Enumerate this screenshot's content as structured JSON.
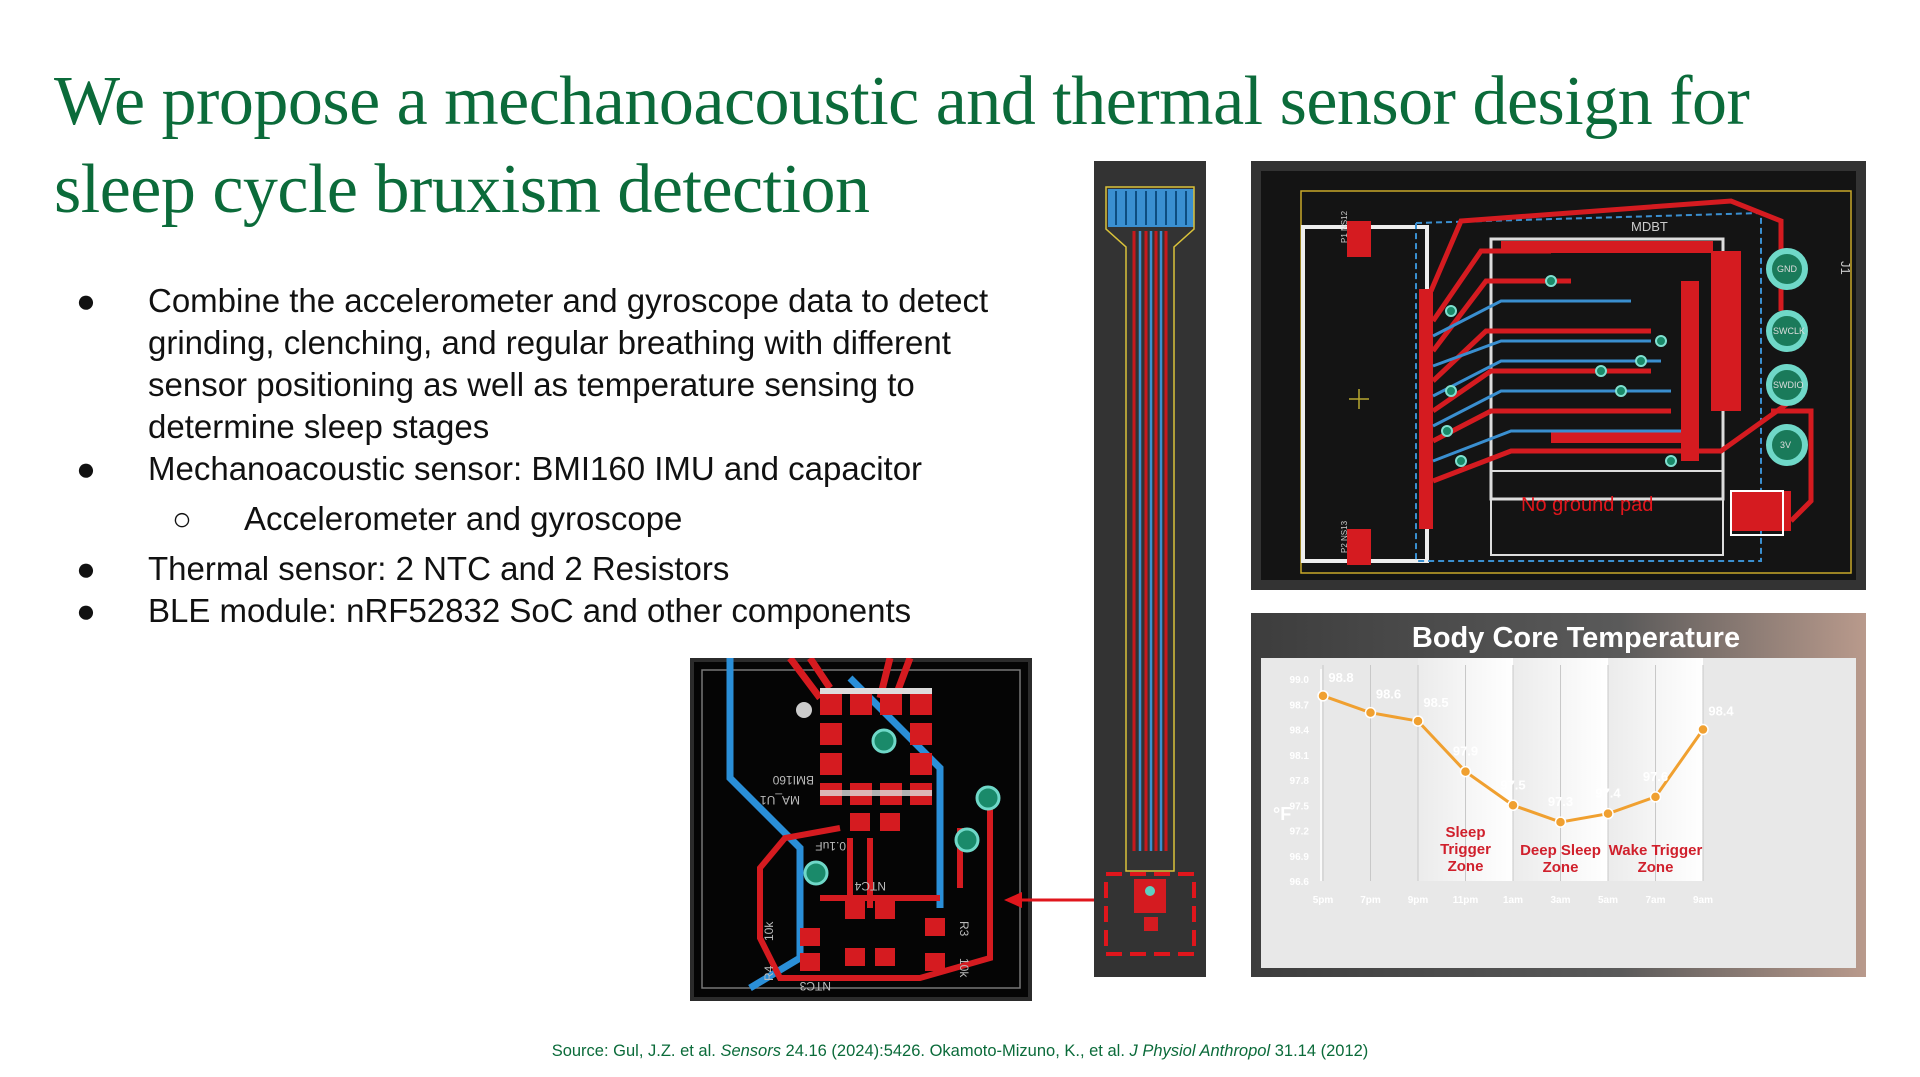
{
  "slide": {
    "title": "We propose a mechanoacoustic and thermal sensor design for sleep cycle bruxism detection",
    "bullets": [
      {
        "level": 1,
        "text": "Combine the accelerometer and gyroscope data to detect grinding, clenching, and regular breathing with different sensor positioning as well as temperature sensing to determine sleep stages"
      },
      {
        "level": 1,
        "text": "Mechanoacoustic sensor: BMI160 IMU and capacitor"
      },
      {
        "level": 2,
        "text": "Accelerometer and gyroscope"
      },
      {
        "level": 1,
        "text": "Thermal sensor: 2 NTC and 2 Resistors"
      },
      {
        "level": 1,
        "text": "BLE module: nRF52832 SoC and other components"
      }
    ],
    "bullet_glyph": "●",
    "sub_bullet_glyph": "○",
    "source": {
      "prefix": "Source: Gul, J.Z. et al. ",
      "journal1": "Sensors",
      "mid": " 24.16 (2024):5426. Okamoto-Mizuno, K., et al. ",
      "journal2": "J Physiol Anthropol",
      "suffix": " 31.14 (2012)"
    }
  },
  "pcb_detail": {
    "labels": {
      "bmi": "BMI160",
      "ma": "MA_U1",
      "cap": "0.1uF",
      "ntc4": "NTC4",
      "ntc3": "NTC3",
      "r3": "R3",
      "r4": "R4",
      "r3v": "10k",
      "r4v": "10k"
    }
  },
  "pcb_board": {
    "labels": {
      "no_ground": "No ground pad",
      "j1": "J1",
      "p1": "P1 NS12",
      "p2": "P2 NS13",
      "mdbt": "MDBT",
      "pins": [
        "GND",
        "SWCLK",
        "SWDIO",
        "3V"
      ]
    }
  },
  "chart_data": {
    "type": "line",
    "title": "Body Core Temperature",
    "ylabel": "°F",
    "categories": [
      "5pm",
      "7pm",
      "9pm",
      "11pm",
      "1am",
      "3am",
      "5am",
      "7am",
      "9am"
    ],
    "x_ticks": [
      "5pm",
      "7pm",
      "9pm",
      "11pm",
      "1am",
      "3am",
      "5am",
      "7am",
      "9am"
    ],
    "y_ticks": [
      "99.0",
      "98.7",
      "98.4",
      "98.1",
      "97.8",
      "97.5",
      "97.2",
      "96.9",
      "96.6"
    ],
    "ylim": [
      96.6,
      99.0
    ],
    "points": [
      {
        "x": 0,
        "y": 98.8,
        "label": "98.8"
      },
      {
        "x": 1,
        "y": 98.6,
        "label": "98.6"
      },
      {
        "x": 2,
        "y": 98.5,
        "label": "98.5"
      },
      {
        "x": 3,
        "y": 97.9,
        "label": "97.9"
      },
      {
        "x": 4,
        "y": 97.5,
        "label": "97.5"
      },
      {
        "x": 5,
        "y": 97.3,
        "label": "97.3"
      },
      {
        "x": 6,
        "y": 97.4,
        "label": "97.4"
      },
      {
        "x": 7,
        "y": 97.6,
        "label": "97.6"
      },
      {
        "x": 8,
        "y": 98.4,
        "label": "98.4"
      }
    ],
    "zones": [
      {
        "from": 2,
        "to": 4,
        "label": [
          "Sleep",
          "Trigger",
          "Zone"
        ]
      },
      {
        "from": 4,
        "to": 6,
        "label": [
          "Deep Sleep",
          "Zone"
        ]
      },
      {
        "from": 6,
        "to": 8,
        "label": [
          "Wake Trigger",
          "Zone"
        ]
      }
    ],
    "colors": {
      "line": "#f0a030",
      "zone_label": "#d0202c",
      "bg": "#4a4a4a"
    }
  }
}
